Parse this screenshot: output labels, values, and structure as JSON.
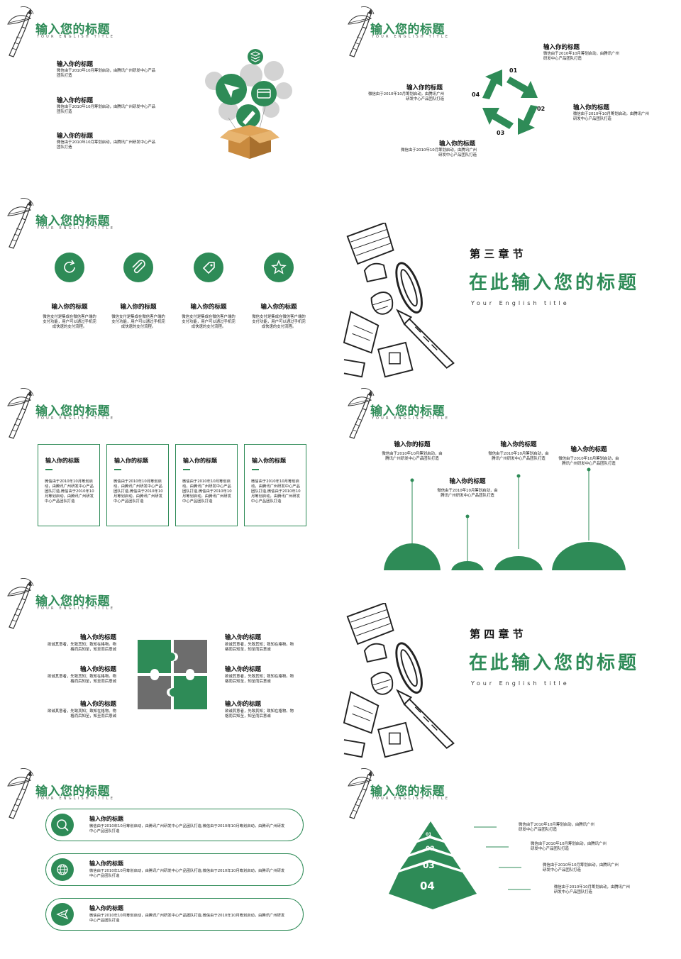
{
  "common": {
    "title": "输入您的标题",
    "subtitle": "YOUR ENGLISH TITLE"
  },
  "slide1": {
    "items": [
      {
        "title": "输入你的标题",
        "text": "微信由于2010年10月筹划启动，由腾讯广州研发中心产品团队打造"
      },
      {
        "title": "输入你的标题",
        "text": "微信由于2010年10月筹划启动，由腾讯广州研发中心产品团队打造"
      },
      {
        "title": "输入你的标题",
        "text": "微信由于2010年10月筹划启动，由腾讯广州研发中心产品团队打造"
      }
    ]
  },
  "slide2": {
    "numbers": [
      "01",
      "02",
      "03",
      "04"
    ],
    "items": [
      {
        "title": "输入你的标题",
        "text": "微信由于2010年10月筹划启动，由腾讯广州研发中心产品团队打造"
      },
      {
        "title": "输入你的标题",
        "text": "微信由于2010年10月筹划启动，由腾讯广州研发中心产品团队打造"
      },
      {
        "title": "输入你的标题",
        "text": "微信由于2010年10月筹划启动，由腾讯广州研发中心产品团队打造"
      },
      {
        "title": "输入你的标题",
        "text": "微信由于2010年10月筹划启动，由腾讯广州研发中心产品团队打造"
      }
    ]
  },
  "slide3": {
    "items": [
      {
        "title": "输入你的标题",
        "text": "微信支付是集成在微信客户端的支付功能，用户可以通过手机完成快速的支付流程。"
      },
      {
        "title": "输入你的标题",
        "text": "微信支付是集成在微信客户端的支付功能，用户可以通过手机完成快速的支付流程。"
      },
      {
        "title": "输入你的标题",
        "text": "微信支付是集成在微信客户端的支付功能，用户可以通过手机完成快速的支付流程。"
      },
      {
        "title": "输入你的标题",
        "text": "微信支付是集成在微信客户端的支付功能，用户可以通过手机完成快速的支付流程。"
      }
    ]
  },
  "chapter3": {
    "section": "第 三 章 节",
    "title": "在此输入您的标题",
    "english": "Your English title"
  },
  "slide5": {
    "cards": [
      {
        "title": "输入你的标题",
        "text": "微信由于2010年10月筹划启动，由腾讯广州研发中心产品团队打造,微信由于2010年10月筹划启动，由腾讯广州研发中心产品团队打造"
      },
      {
        "title": "输入你的标题",
        "text": "微信由于2010年10月筹划启动，由腾讯广州研发中心产品团队打造,微信由于2010年10月筹划启动，由腾讯广州研发中心产品团队打造"
      },
      {
        "title": "输入你的标题",
        "text": "微信由于2010年10月筹划启动，由腾讯广州研发中心产品团队打造,微信由于2010年10月筹划启动，由腾讯广州研发中心产品团队打造"
      },
      {
        "title": "输入你的标题",
        "text": "微信由于2010年10月筹划启动，由腾讯广州研发中心产品团队打造,微信由于2010年10月筹划启动，由腾讯广州研发中心产品团队打造"
      }
    ]
  },
  "slide6": {
    "items": [
      {
        "title": "输入你的标题",
        "text": "微信由于2010年10月筹划启动，由腾讯广州研发中心产品团队打造"
      },
      {
        "title": "输入你的标题",
        "text": "微信由于2010年10月筹划启动，由腾讯广州研发中心产品团队打造"
      },
      {
        "title": "输入你的标题",
        "text": "微信由于2010年10月筹划启动，由腾讯广州研发中心产品团队打造"
      },
      {
        "title": "输入你的标题",
        "text": "微信由于2010年10月筹划启动，由腾讯广州研发中心产品团队打造"
      }
    ]
  },
  "slide7": {
    "items": [
      {
        "title": "输入你的标题",
        "text": "欲诚其意者，先致其知；致知在格物。物格而后知至，知至而后意诚"
      },
      {
        "title": "输入你的标题",
        "text": "欲诚其意者，先致其知；致知在格物。物格而后知至，知至而后意诚"
      },
      {
        "title": "输入你的标题",
        "text": "欲诚其意者，先致其知；致知在格物。物格而后知至，知至而后意诚"
      },
      {
        "title": "输入你的标题",
        "text": "欲诚其意者，先致其知；致知在格物。物格而后知至，知至而后意诚"
      },
      {
        "title": "输入你的标题",
        "text": "欲诚其意者，先致其知；致知在格物。物格而后知至，知至而后意诚"
      },
      {
        "title": "输入你的标题",
        "text": "欲诚其意者，先致其知；致知在格物。物格而后知至，知至而后意诚"
      }
    ]
  },
  "chapter4": {
    "section": "第 四 章 节",
    "title": "在此输入您的标题",
    "english": "Your English title"
  },
  "slide9": {
    "items": [
      {
        "title": "输入你的标题",
        "text": "微信由于2010年10月筹划启动，由腾讯广州研发中心产品团队打造,微信由于2010年10月筹划启动，由腾讯广州研发中心产品团队打造",
        "icon": "search-icon"
      },
      {
        "title": "输入你的标题",
        "text": "微信由于2010年10月筹划启动，由腾讯广州研发中心产品团队打造,微信由于2010年10月筹划启动，由腾讯广州研发中心产品团队打造",
        "icon": "globe-icon"
      },
      {
        "title": "输入你的标题",
        "text": "微信由于2010年10月筹划启动，由腾讯广州研发中心产品团队打造,微信由于2010年10月筹划启动，由腾讯广州研发中心产品团队打造",
        "icon": "plane-icon"
      }
    ]
  },
  "slide10": {
    "levels": [
      "01",
      "02",
      "03",
      "04"
    ],
    "items": [
      {
        "text": "微信由于2010年10月筹划启动，由腾讯广州研发中心产品团队打造"
      },
      {
        "text": "微信由于2010年10月筹划启动，由腾讯广州研发中心产品团队打造"
      },
      {
        "text": "微信由于2010年10月筹划启动，由腾讯广州研发中心产品团队打造"
      },
      {
        "text": "微信由于2010年10月筹划启动，由腾讯广州研发中心产品团队打造"
      }
    ]
  },
  "colors": {
    "accent": "#2e8b57",
    "gray": "#6d6d6d",
    "light_gray": "#d3d3d3",
    "box": "#c98a3e"
  }
}
